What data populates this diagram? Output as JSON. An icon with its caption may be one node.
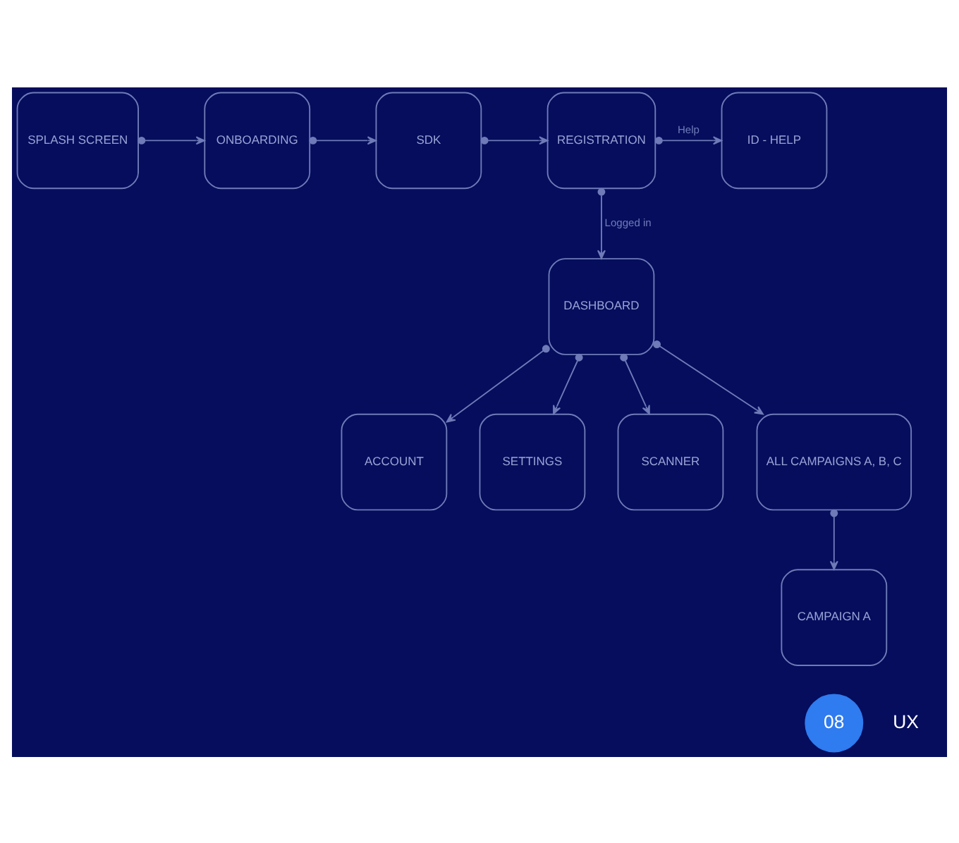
{
  "diagram": {
    "nodes": [
      {
        "text": [
          "SPLASH SCREEN"
        ]
      },
      {
        "text": [
          "ONBOARDING"
        ]
      },
      {
        "text": [
          "SDK"
        ]
      },
      {
        "text": [
          "REGISTRATION"
        ]
      },
      {
        "text": [
          "ID - HELP"
        ]
      },
      {
        "text": [
          "DASHBOARD"
        ]
      },
      {
        "text": [
          "ACCOUNT"
        ]
      },
      {
        "text": [
          "SETTINGS"
        ]
      },
      {
        "text": [
          "SCANNER"
        ]
      },
      {
        "text": [
          "ALL CAMPAIGNS A, B, C"
        ]
      },
      {
        "text": [
          "CAMPAIGN A"
        ]
      },
      {
        "text": [
          "08"
        ]
      }
    ],
    "edges": [
      {
        "from": 0,
        "to": 1,
        "arrow": "to"
      },
      {
        "from": 1,
        "to": 2,
        "arrow": "to"
      },
      {
        "from": 2,
        "to": 3,
        "arrow": "to"
      },
      {
        "from": 3,
        "to": 4,
        "arrow": "to",
        "label": "Help"
      },
      {
        "from": 3,
        "to": 5,
        "arrow": "to",
        "label": "Logged in"
      },
      {
        "from": 5,
        "to": 6,
        "arrow": "to"
      },
      {
        "from": 5,
        "to": 7,
        "arrow": "to"
      },
      {
        "from": 5,
        "to": 8,
        "arrow": "to"
      },
      {
        "from": 5,
        "to": 9,
        "arrow": "to"
      },
      {
        "from": 9,
        "to": 10,
        "arrow": "to"
      }
    ],
    "labels": [
      "UX"
    ]
  }
}
